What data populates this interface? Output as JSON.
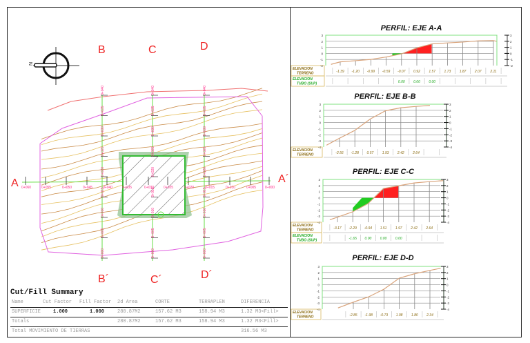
{
  "plan": {
    "section_labels": {
      "A": "A",
      "A2": "A´",
      "B": "B",
      "B2": "B´",
      "C": "C",
      "C2": "C´",
      "D": "D",
      "D2": "D´"
    },
    "compass_label": "N",
    "stations_a": [
      "0+060",
      "0+055",
      "0+050",
      "0+045",
      "0+040",
      "0+035",
      "0+030",
      "0+025",
      "0+020",
      "0+015",
      "0+010",
      "0+005",
      "0+000"
    ],
    "stations_cross": [
      "0+040",
      "0+035",
      "0+030",
      "0+025",
      "0+020",
      "0+015",
      "0+010",
      "0+005",
      "0+000"
    ],
    "colors": {
      "boundary": "#e060e0",
      "top_line": "#f07070",
      "contour_dark": "#c98a45",
      "contour_light": "#e6c060",
      "axis": "#66dd44",
      "station": "#ff2d8a",
      "section_letter": "#ee2222"
    }
  },
  "summary": {
    "title": "Cut/Fill Summary",
    "headers": [
      "Name",
      "Cut Factor",
      "Fill Factor",
      "2d Area",
      "CORTE",
      "TERRAPLEN",
      "DIFERENCIA"
    ],
    "rows": [
      [
        "SUPERFICIE",
        "1.000",
        "1.000",
        "280.87M2",
        "157.62 M3",
        "158.94 M3",
        "1.32 M3<Fill>"
      ],
      [
        "Totals",
        "",
        "",
        "280.87M2",
        "157.62 M3",
        "158.94 M3",
        "1.32 M3<Fill>"
      ]
    ],
    "total_label": "Total MOVIMIENTO DE TIERRAS",
    "total_value": "316.56 M3"
  },
  "profiles": [
    {
      "title": "PERFIL: EJE A-A",
      "y_range": [
        -2,
        3
      ],
      "row1_label": [
        "ELEVACION",
        "TERRENO"
      ],
      "row2_label": [
        "ELEVACION",
        "TUBO (SUP)"
      ],
      "terrain": [
        "-1.39",
        "-1.20",
        "-0.99",
        "-0.59",
        "-0.07",
        "0.92",
        "1.57",
        "1.73",
        "1.87",
        "2.07",
        "2.11"
      ],
      "tubo": [
        "",
        "",
        "",
        "",
        "0.00",
        "0.00",
        "0.00",
        "",
        "",
        "",
        ""
      ],
      "terrain_start": -1.8,
      "terrain_end": 2.0
    },
    {
      "title": "PERFIL: EJE B-B",
      "y_range": [
        -4,
        3
      ],
      "row1_label": [
        "ELEVACION",
        "TERRENO"
      ],
      "row2_label": null,
      "terrain": [
        "-2.56",
        "-1.28",
        "0.57",
        "1.93",
        "2.42",
        "2.64"
      ],
      "tubo": null,
      "terrain_start": -3.7,
      "terrain_end": 2.8
    },
    {
      "title": "PERFIL: EJE C-C",
      "y_range": [
        -4,
        3
      ],
      "row1_label": [
        "ELEVACION",
        "TERRENO"
      ],
      "row2_label": [
        "ELEVACION",
        "TUBO (SUP)"
      ],
      "terrain": [
        "-3.17",
        "-2.29",
        "-0.94",
        "1.51",
        "1.97",
        "2.42",
        "2.64"
      ],
      "tubo": [
        "",
        "-1.65",
        "0.00",
        "0.00",
        "0.00",
        "",
        ""
      ],
      "terrain_start": -3.6,
      "terrain_end": 2.8
    },
    {
      "title": "PERFIL: EJE D-D",
      "y_range": [
        -4,
        3
      ],
      "row1_label": [
        "ELEVACION",
        "TERRENO"
      ],
      "row2_label": null,
      "terrain": [
        "-2.85",
        "-1.98",
        "-0.73",
        "1.08",
        "1.80",
        "2.34"
      ],
      "tubo": null,
      "terrain_start": -3.8,
      "terrain_end": 2.7
    }
  ],
  "profile_colors": {
    "frame": "#7fe07f",
    "grid": "#888888",
    "terrain": "#d9a37a",
    "cut": "#ff2020",
    "fill": "#22cc22",
    "label": "#8a6a10",
    "label_green": "#22aa22",
    "label_box": "#d8b860"
  }
}
